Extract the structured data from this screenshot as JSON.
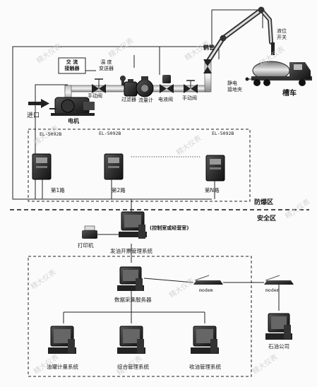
{
  "labels": {
    "ac_contactor": "交 流\n接触器",
    "temp_transmitter": "温 度\n变送器",
    "manual_valve_left": "手动阀",
    "filter": "过滤器",
    "flow_meter": "流量计",
    "solenoid_valve": "电液阀",
    "manual_valve_right": "手动阀",
    "crane_pipe": "鹤管",
    "level_switch": "液位\n开关",
    "static_clamp": "静电\n接地夹",
    "tank_truck": "槽车",
    "inlet": "进口",
    "motor": "电机",
    "model_1": "EL-5092B",
    "model_2": "EL-5092B",
    "model_n": "EL-5092B",
    "route_1": "第1路",
    "route_2": "第2路",
    "route_n": "第N路",
    "explosion_zone": "防爆区",
    "safe_zone": "安全区",
    "control_room": "(控制室或经营室)",
    "printer": "打印机",
    "ticket_system": "发油开票管理系统",
    "data_server": "数据采集服务器",
    "modem_left": "modem",
    "modem_right": "modem",
    "oil_company": "石油公司",
    "metering_system": "油罐计量系统",
    "integrated_system": "综合管理系统",
    "receiving_system": "收油管理系统"
  },
  "watermark": "精大仪表"
}
